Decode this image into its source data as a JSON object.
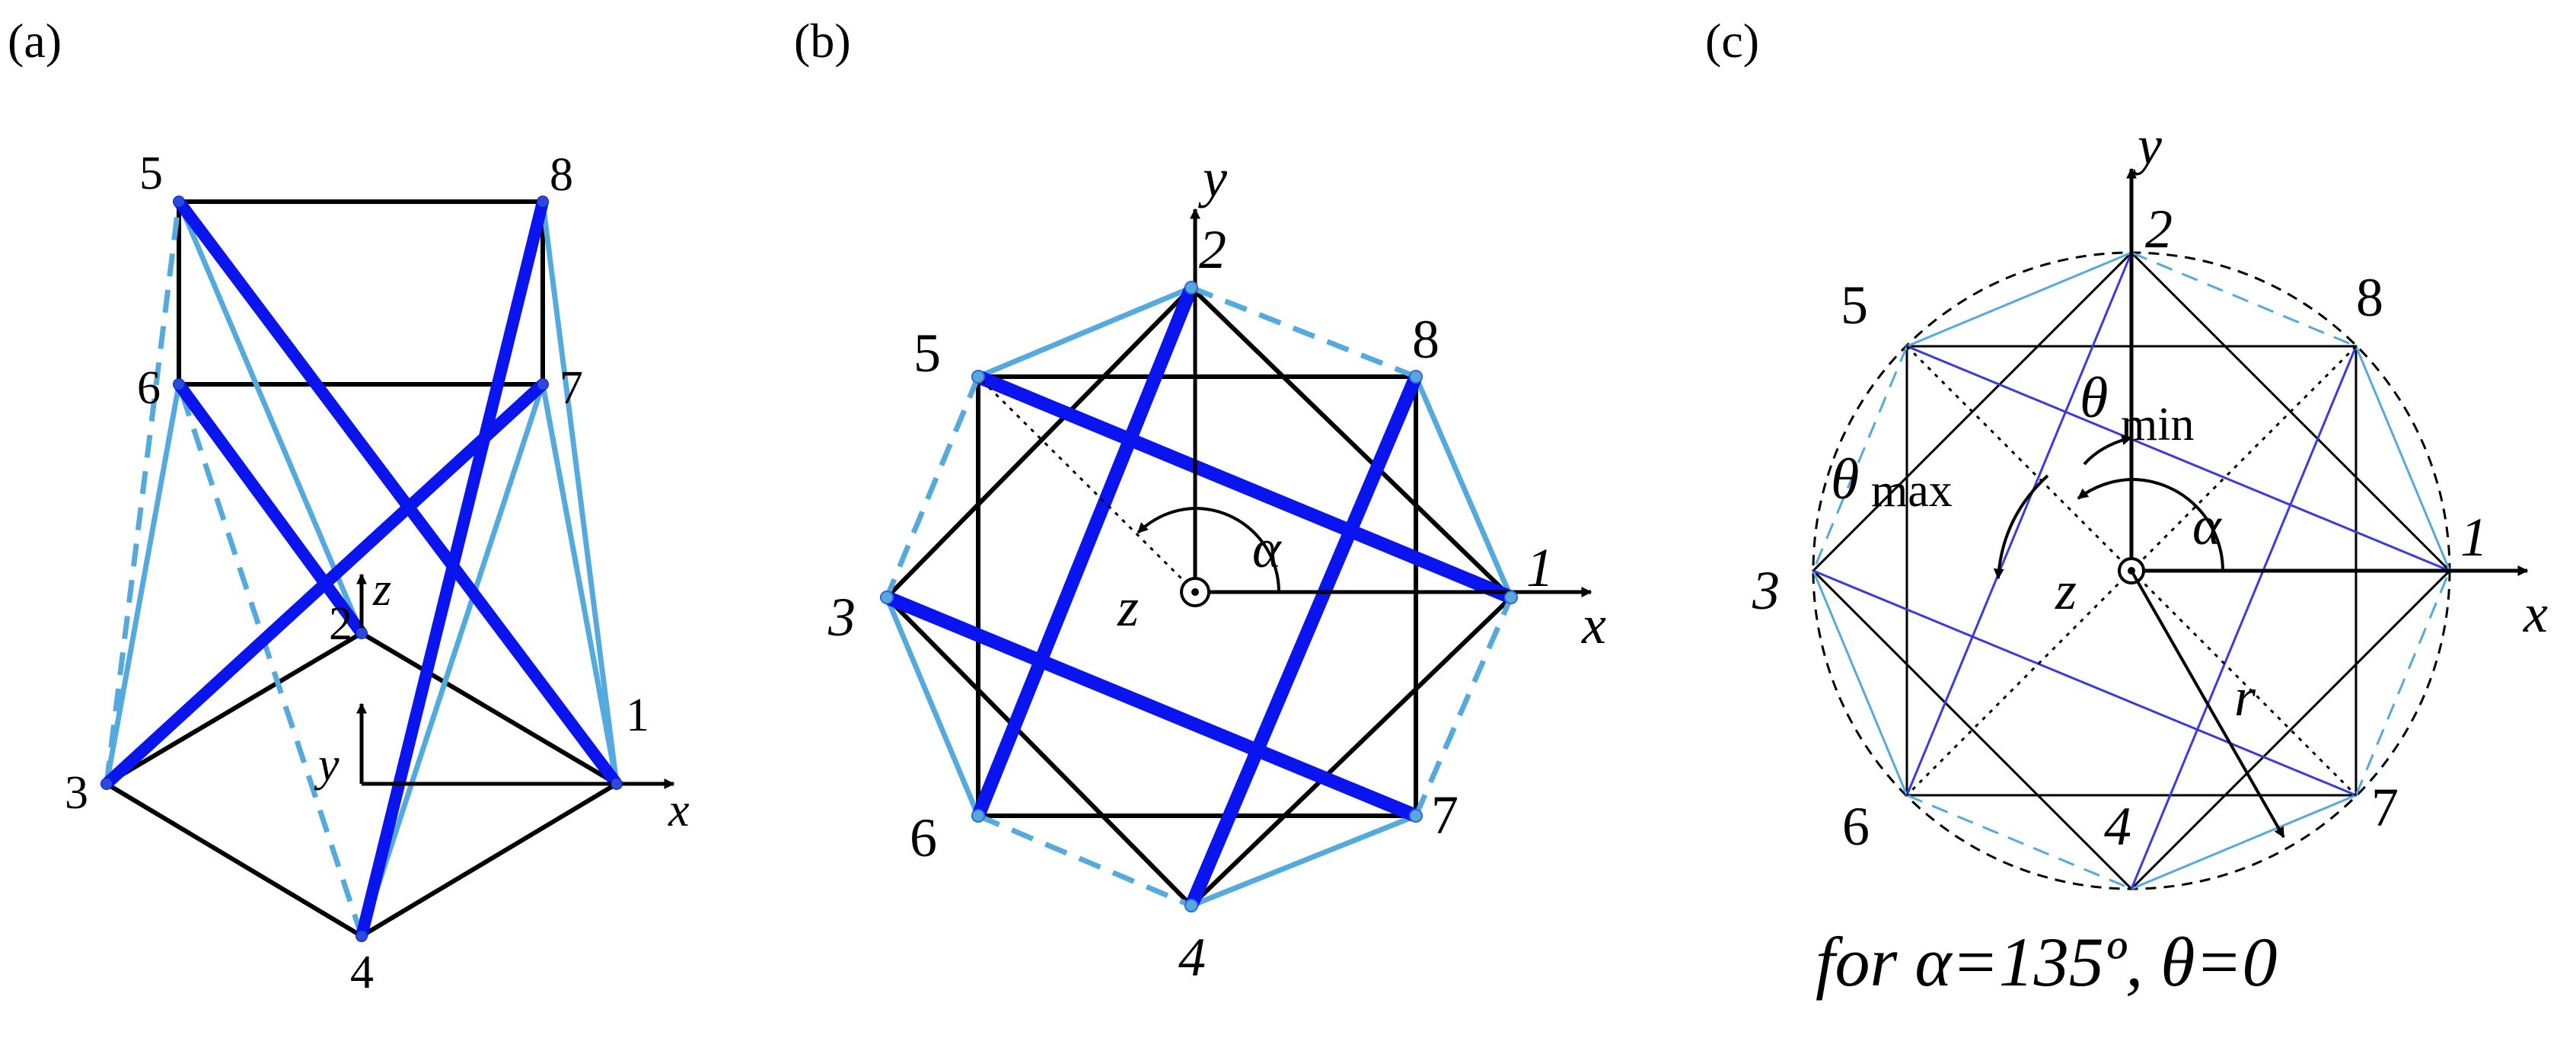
{
  "panel_labels": [
    "(a)",
    "(b)",
    "(c)"
  ],
  "axes": {
    "x": "x",
    "y": "y",
    "z": "z"
  },
  "node_labels": [
    "1",
    "2",
    "3",
    "4",
    "5",
    "6",
    "7",
    "8"
  ],
  "angle_labels": {
    "alpha": "α",
    "theta": "θ",
    "theta_min_sub": "min",
    "theta_max_sub": "max",
    "radius": "r"
  },
  "caption": "for α=135º, θ=0"
}
